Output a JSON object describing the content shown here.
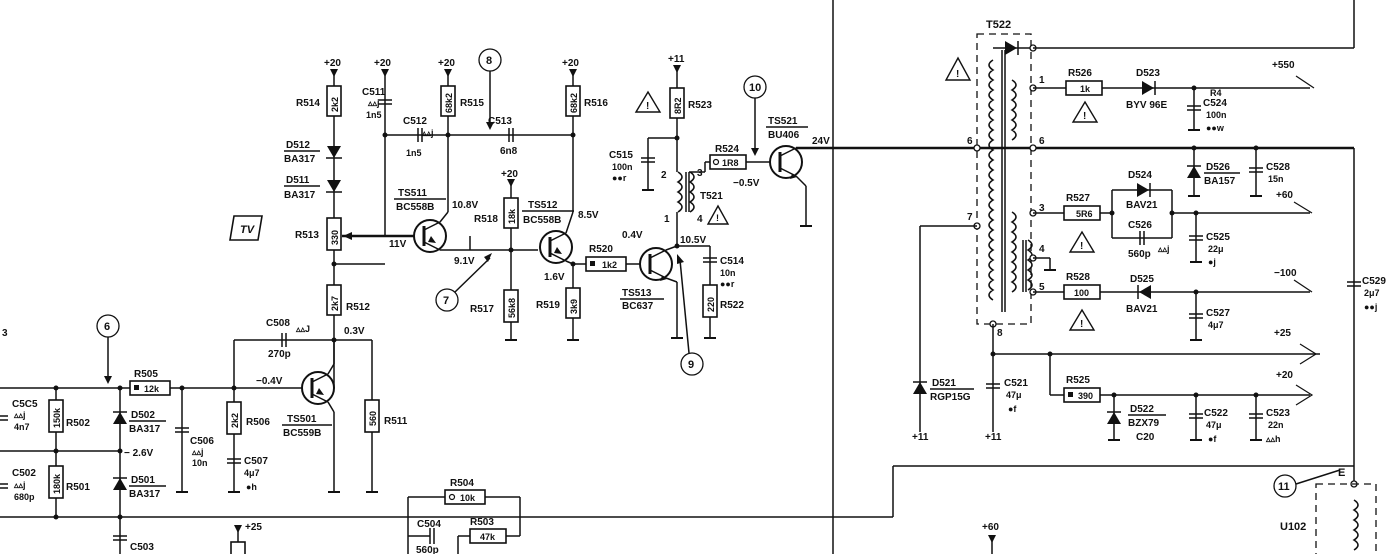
{
  "markers": {
    "m6": "6",
    "m7": "7",
    "m8": "8",
    "m9": "9",
    "m10": "10",
    "m11": "11",
    "edge3": "3"
  },
  "rails": {
    "p20": "+20",
    "p11": "+11",
    "p25": "+25",
    "p60": "+60",
    "p550": "+550",
    "n100": "−100",
    "n26": "− 2.6V",
    "E": "E"
  },
  "voltages": {
    "v108": "10.8V",
    "v11": "11V",
    "v91": "9.1V",
    "v85": "8.5V",
    "v16": "1.6V",
    "v04": "0.4V",
    "v105": "10.5V",
    "vneg05": "−0.5V",
    "v24": "24V",
    "vneg04": "−0.4V",
    "v03": "0.3V"
  },
  "transistors": {
    "ts511": {
      "ref": "TS511",
      "type": "BC558B"
    },
    "ts512": {
      "ref": "TS512",
      "type": "BC558B"
    },
    "ts513": {
      "ref": "TS513",
      "type": "BC637"
    },
    "ts521": {
      "ref": "TS521",
      "type": "BU406"
    },
    "ts501": {
      "ref": "TS501",
      "type": "BC559B"
    }
  },
  "resistors": {
    "r514": {
      "ref": "R514",
      "val": "2k2"
    },
    "r515": {
      "ref": "R515",
      "val": "68k2"
    },
    "r516": {
      "ref": "R516",
      "val": "68k2"
    },
    "r513": {
      "ref": "R513",
      "val": "330"
    },
    "r512": {
      "ref": "R512",
      "val": "2k7"
    },
    "r518": {
      "ref": "R518",
      "val": "18k"
    },
    "r517": {
      "ref": "R517",
      "val": "56k8"
    },
    "r519": {
      "ref": "R519",
      "val": "3k9"
    },
    "r520": {
      "ref": "R520",
      "val": "1k2"
    },
    "r522": {
      "ref": "R522",
      "val": "220"
    },
    "r523": {
      "ref": "R523",
      "val": "8R2"
    },
    "r524": {
      "ref": "R524",
      "val": "1R8"
    },
    "r505": {
      "ref": "R505",
      "val": "12k"
    },
    "r502": {
      "ref": "R502",
      "val": "150k"
    },
    "r501": {
      "ref": "R501",
      "val": "180k"
    },
    "r506": {
      "ref": "R506",
      "val": "2k2"
    },
    "r511": {
      "ref": "R511",
      "val": "560"
    },
    "r504": {
      "ref": "R504",
      "val": "10k"
    },
    "r503": {
      "ref": "R503",
      "val": "47k"
    },
    "r526": {
      "ref": "R526",
      "val": "1k"
    },
    "r527": {
      "ref": "R527",
      "val": "5R6"
    },
    "r528": {
      "ref": "R528",
      "val": "100"
    },
    "r525": {
      "ref": "R525",
      "val": "390"
    }
  },
  "capacitors": {
    "c511": {
      "ref": "C511",
      "l1": "▵▵j",
      "l2": "1n5"
    },
    "c512": {
      "ref": "C512",
      "l1": "▵▵j",
      "l2": "1n5"
    },
    "c513": {
      "ref": "C513",
      "l2": "6n8"
    },
    "c515": {
      "ref": "C515",
      "l1": "100n",
      "l2": "●●r"
    },
    "c514": {
      "ref": "C514",
      "l1": "10n",
      "l2": "●●r"
    },
    "c508": {
      "ref": "C508",
      "l1": "▵▵J",
      "l2": "270p"
    },
    "c505": {
      "ref": "C5C5",
      "l1": "▵▵j",
      "l2": "4n7"
    },
    "c502": {
      "ref": "C502",
      "l1": "▵▵j",
      "l2": "680p"
    },
    "c506": {
      "ref": "C506",
      "l1": "▵▵j",
      "l2": "10n"
    },
    "c507": {
      "ref": "C507",
      "l1": "4μ7",
      "l2": "●h"
    },
    "c503": {
      "ref": "C503"
    },
    "c504": {
      "ref": "C504",
      "l2": "560p"
    },
    "c524": {
      "ref": "C524",
      "l1": "100n",
      "l2": "●●w",
      "note": "R4"
    },
    "c528": {
      "ref": "C528",
      "l1": "15n"
    },
    "c526": {
      "ref": "C526",
      "l1": "560p",
      "l2": "▵▵j"
    },
    "c525": {
      "ref": "C525",
      "l1": "22μ",
      "l2": "●j"
    },
    "c527": {
      "ref": "C527",
      "l1": "4μ7"
    },
    "c529": {
      "ref": "C529",
      "l1": "2μ7",
      "l2": "●●j"
    },
    "c521": {
      "ref": "C521",
      "l1": "47μ",
      "l2": "●f"
    },
    "c522": {
      "ref": "C522",
      "l1": "47μ",
      "l2": "●f"
    },
    "c523": {
      "ref": "C523",
      "l1": "22n",
      "l2": "▵▵h"
    }
  },
  "diodes": {
    "d512": {
      "ref": "D512",
      "type": "BA317"
    },
    "d511": {
      "ref": "D511",
      "type": "BA317"
    },
    "d502": {
      "ref": "D502",
      "type": "BA317"
    },
    "d501": {
      "ref": "D501",
      "type": "BA317"
    },
    "d523": {
      "ref": "D523",
      "type": "BYV 96E"
    },
    "d526": {
      "ref": "D526",
      "type": "BA157"
    },
    "d524": {
      "ref": "D524",
      "type": "BAV21"
    },
    "d525": {
      "ref": "D525",
      "type": "BAV21"
    },
    "d521": {
      "ref": "D521",
      "type": "RGP15G"
    },
    "d522": {
      "ref": "D522",
      "type": "BZX79",
      "extra": "C20"
    }
  },
  "transformers": {
    "t522": "T522",
    "t521": "T521"
  },
  "pins": {
    "p1": "1",
    "p2": "2",
    "p3": "3",
    "p4": "4",
    "p5": "5",
    "p6": "6",
    "p7": "7",
    "p8": "8"
  },
  "misc": {
    "tv": "TV",
    "u102": "U102",
    "warn": "!"
  }
}
